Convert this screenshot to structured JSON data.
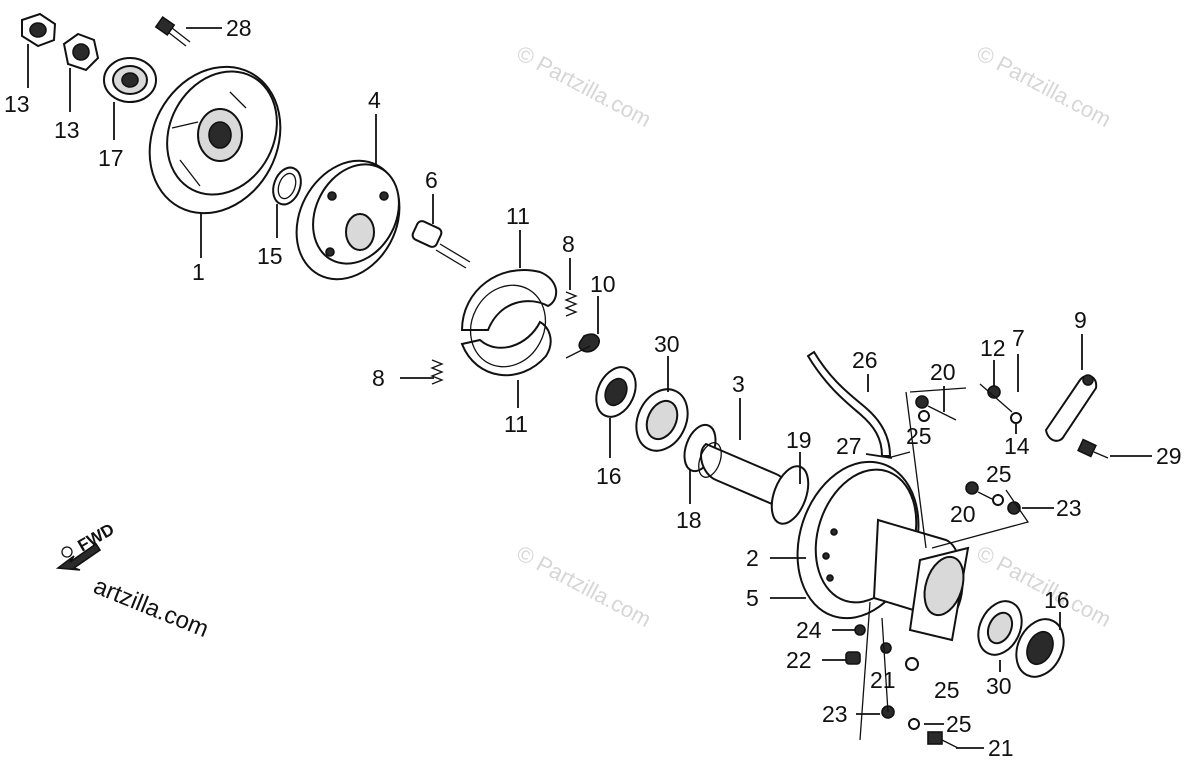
{
  "callouts": {
    "c1": "1",
    "c2": "2",
    "c3": "3",
    "c4": "4",
    "c5": "5",
    "c6": "6",
    "c7": "7",
    "c8a": "8",
    "c8b": "8",
    "c9": "9",
    "c10": "10",
    "c11a": "11",
    "c11b": "11",
    "c12": "12",
    "c13a": "13",
    "c13b": "13",
    "c14": "14",
    "c15": "15",
    "c16a": "16",
    "c16b": "16",
    "c17": "17",
    "c18": "18",
    "c19": "19",
    "c20a": "20",
    "c20b": "20",
    "c21a": "21",
    "c21b": "21",
    "c22": "22",
    "c23a": "23",
    "c23b": "23",
    "c24": "24",
    "c25a": "25",
    "c25b": "25",
    "c25c": "25",
    "c25d": "25",
    "c26": "26",
    "c27": "27",
    "c28": "28",
    "c29": "29",
    "c30a": "30",
    "c30b": "30"
  },
  "watermark": "© Partzilla.com",
  "brand_text": "artzilla.com",
  "fwd_label": "FWD"
}
